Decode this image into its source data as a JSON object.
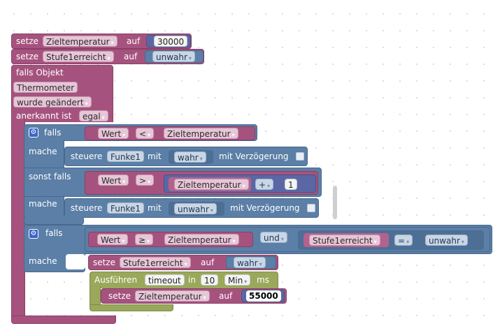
{
  "b1": {
    "setze": "setze",
    "var": "Zieltemperatur",
    "auf": "auf",
    "value": "30000"
  },
  "b2": {
    "setze": "setze",
    "var": "Stufe1erreicht",
    "auf": "auf",
    "value": "unwahr"
  },
  "trigger": {
    "l1": "falls Objekt",
    "object": "Thermometer",
    "l2": "wurde geändert",
    "l3": "anerkannt ist",
    "ack": "egal"
  },
  "if1": {
    "falls": "falls",
    "cond1": {
      "left": "Wert",
      "op": "<",
      "right": "Zieltemperatur"
    },
    "mache": "mache",
    "do1": {
      "cmd": "steuere",
      "device": "Funke1",
      "mit": "mit",
      "value": "wahr",
      "delay": "mit Verzögerung"
    },
    "elseif": "sonst falls",
    "cond2": {
      "left": "Wert",
      "op": ">",
      "right": "Zieltemperatur",
      "plus": "+",
      "num": "1"
    },
    "mache2": "mache",
    "do2": {
      "cmd": "steuere",
      "device": "Funke1",
      "mit": "mit",
      "value": "unwahr",
      "delay": "mit Verzögerung"
    }
  },
  "if2": {
    "falls": "falls",
    "cond": {
      "left": "Wert",
      "op": "≥",
      "right": "Zieltemperatur",
      "and": "und",
      "var": "Stufe1erreicht",
      "eq": "=",
      "value": "unwahr"
    },
    "mache": "mache",
    "set": {
      "setze": "setze",
      "var": "Stufe1erreicht",
      "auf": "auf",
      "value": "wahr"
    },
    "timeout": {
      "label": "Ausführen",
      "fn": "timeout",
      "in": "in",
      "num": "10",
      "unit": "Min",
      "ms": "ms"
    },
    "set2": {
      "setze": "setze",
      "var": "Zieltemperatur",
      "auf": "auf",
      "value": "55000"
    }
  },
  "arrow": "▾",
  "colors": {
    "pink": "#a5537e",
    "blue": "#5b7fa6",
    "green": "#9aa85b",
    "navy": "#5b67a5"
  }
}
